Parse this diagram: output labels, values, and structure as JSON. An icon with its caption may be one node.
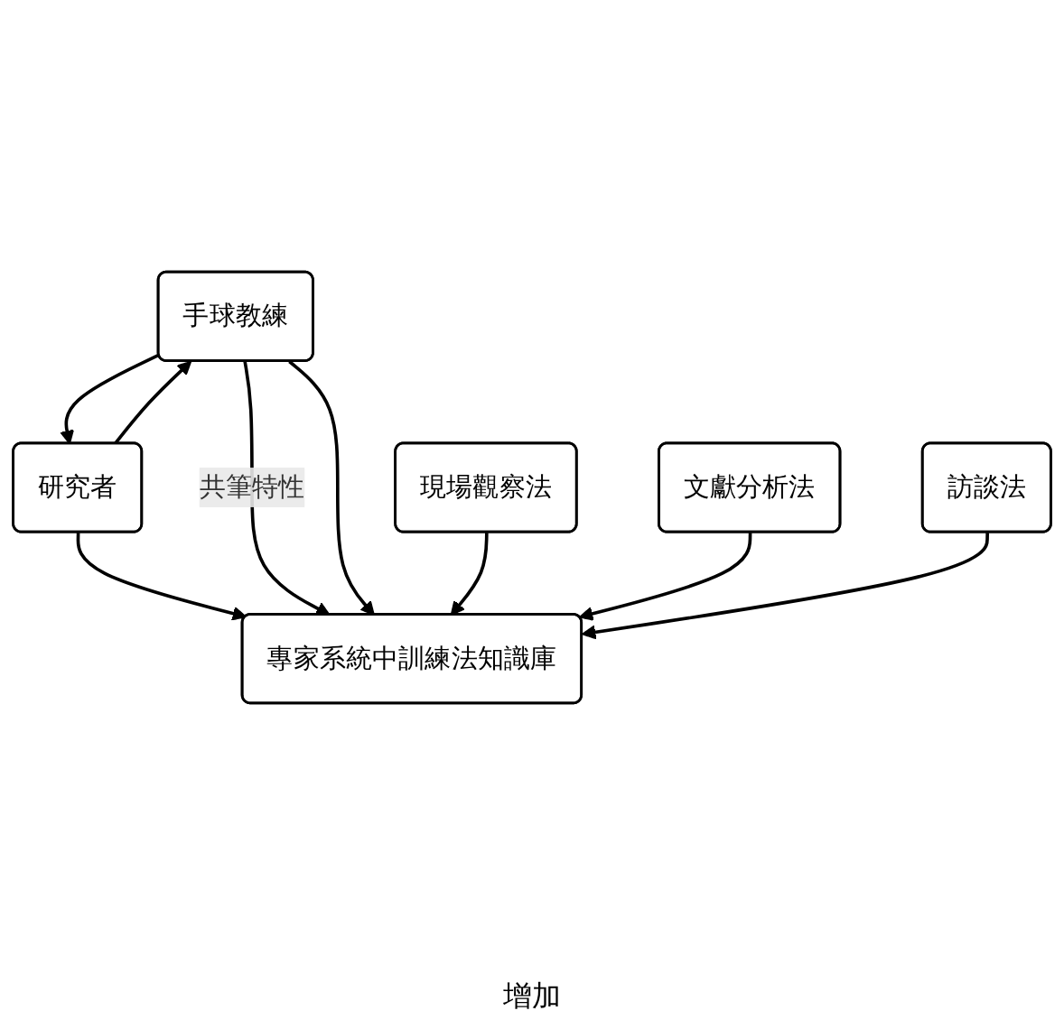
{
  "diagram": {
    "nodes": [
      {
        "text": [
          "手球教練"
        ]
      },
      {
        "text": [
          "研究者"
        ]
      },
      {
        "text": [
          "專家系統中訓練法知識庫"
        ]
      },
      {
        "text": [
          "現場觀察法"
        ]
      },
      {
        "text": [
          "文獻分析法"
        ]
      },
      {
        "text": [
          "訪談法"
        ]
      }
    ],
    "edges": [
      {
        "from": 1,
        "to": 0,
        "arrow": "to"
      },
      {
        "from": 0,
        "to": 1,
        "arrow": "to"
      },
      {
        "from": 1,
        "to": 2,
        "arrow": "to"
      },
      {
        "from": 0,
        "to": 2,
        "arrow": "to",
        "label": "共筆特性"
      },
      {
        "from": 0,
        "to": 2,
        "arrow": "to"
      },
      {
        "from": 3,
        "to": 2,
        "arrow": "to"
      },
      {
        "from": 4,
        "to": 2,
        "arrow": "to"
      },
      {
        "from": 5,
        "to": 2,
        "arrow": "to"
      }
    ],
    "labels": [
      "增加"
    ]
  }
}
